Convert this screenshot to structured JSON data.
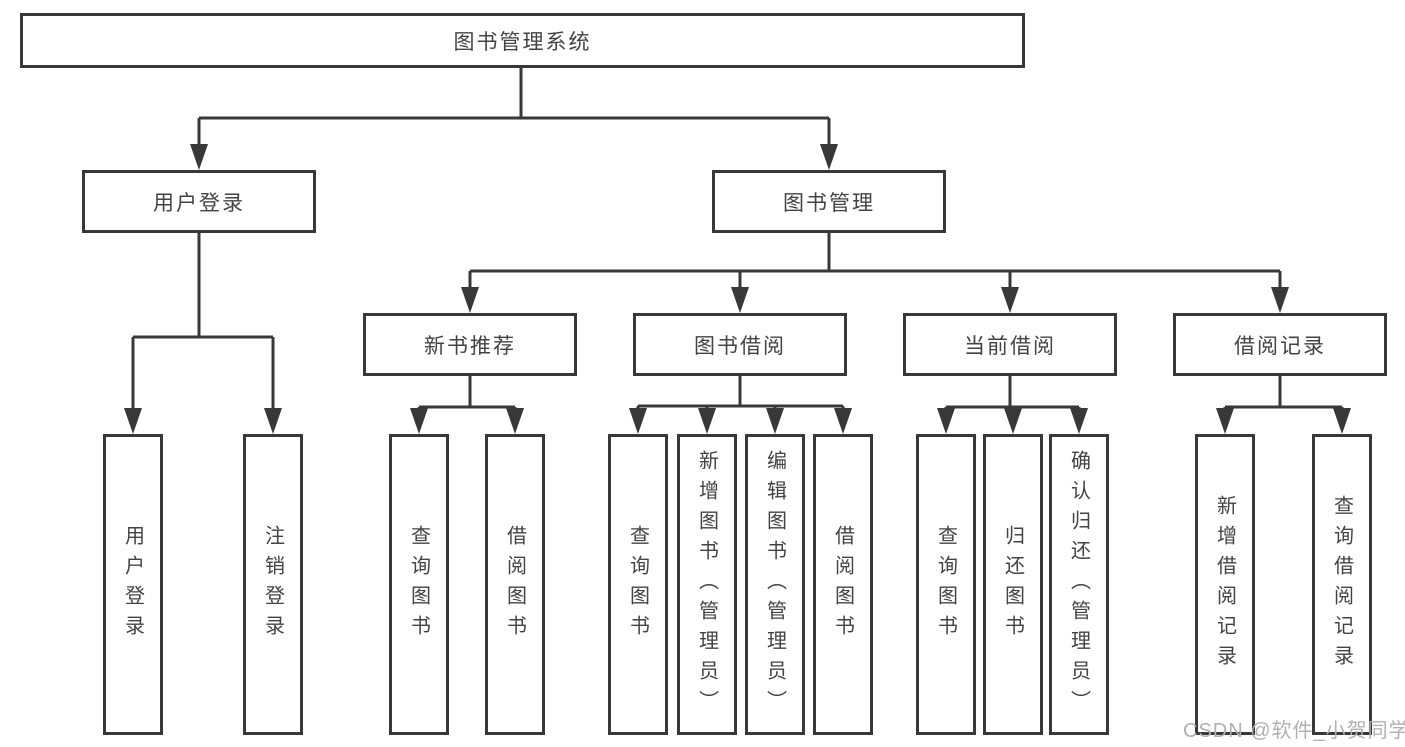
{
  "nodes": {
    "root": "图书管理系统",
    "user_login": "用户登录",
    "book_mgmt": "图书管理",
    "new_book_rec": "新书推荐",
    "book_borrow": "图书借阅",
    "current_borrow": "当前借阅",
    "borrow_record": "借阅记录",
    "leaf_user_login": "用户登录",
    "leaf_logout": "注销登录",
    "leaf_query_book_rec": "查询图书",
    "leaf_borrow_book_rec": "借阅图书",
    "leaf_query_book_borrow": "查询图书",
    "leaf_add_book_admin": "新增图书（管理员）",
    "leaf_edit_book_admin": "编辑图书（管理员）",
    "leaf_borrow_book_borrow": "借阅图书",
    "leaf_query_book_current": "查询图书",
    "leaf_return_book": "归还图书",
    "leaf_confirm_return_admin": "确认归还（管理员）",
    "leaf_add_borrow_record": "新增借阅记录",
    "leaf_query_borrow_record": "查询借阅记录"
  },
  "watermark": "CSDN @软件_小贺同学",
  "colors": {
    "line": "#383838",
    "box_border": "#383838",
    "text": "#434343",
    "watermark": "#b0b0b0",
    "background": "#ffffff"
  }
}
